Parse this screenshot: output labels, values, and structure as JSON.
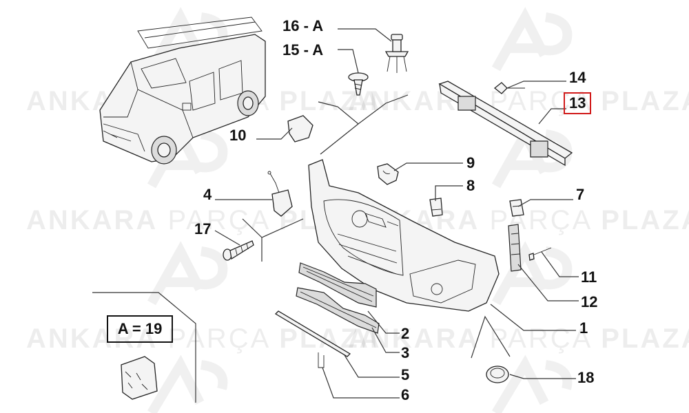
{
  "watermark": {
    "brand_bold_1": "ANKARA",
    "brand_light": "PARÇA",
    "brand_bold_2": "PLAZA",
    "logo_letters": "AP"
  },
  "callouts": {
    "p16": "16 - A",
    "p15": "15 - A",
    "p14": "14",
    "p13": "13",
    "p10": "10",
    "p9": "9",
    "p8": "8",
    "p7": "7",
    "p4": "4",
    "p17": "17",
    "p11": "11",
    "p12": "12",
    "p1": "1",
    "p2": "2",
    "p3": "3",
    "p5": "5",
    "p6": "6",
    "p18": "18"
  },
  "legend_box": {
    "label": "A = 19"
  },
  "colors": {
    "highlight": "#d11a1a",
    "line": "#333333",
    "watermark": "#e6e6e6"
  }
}
